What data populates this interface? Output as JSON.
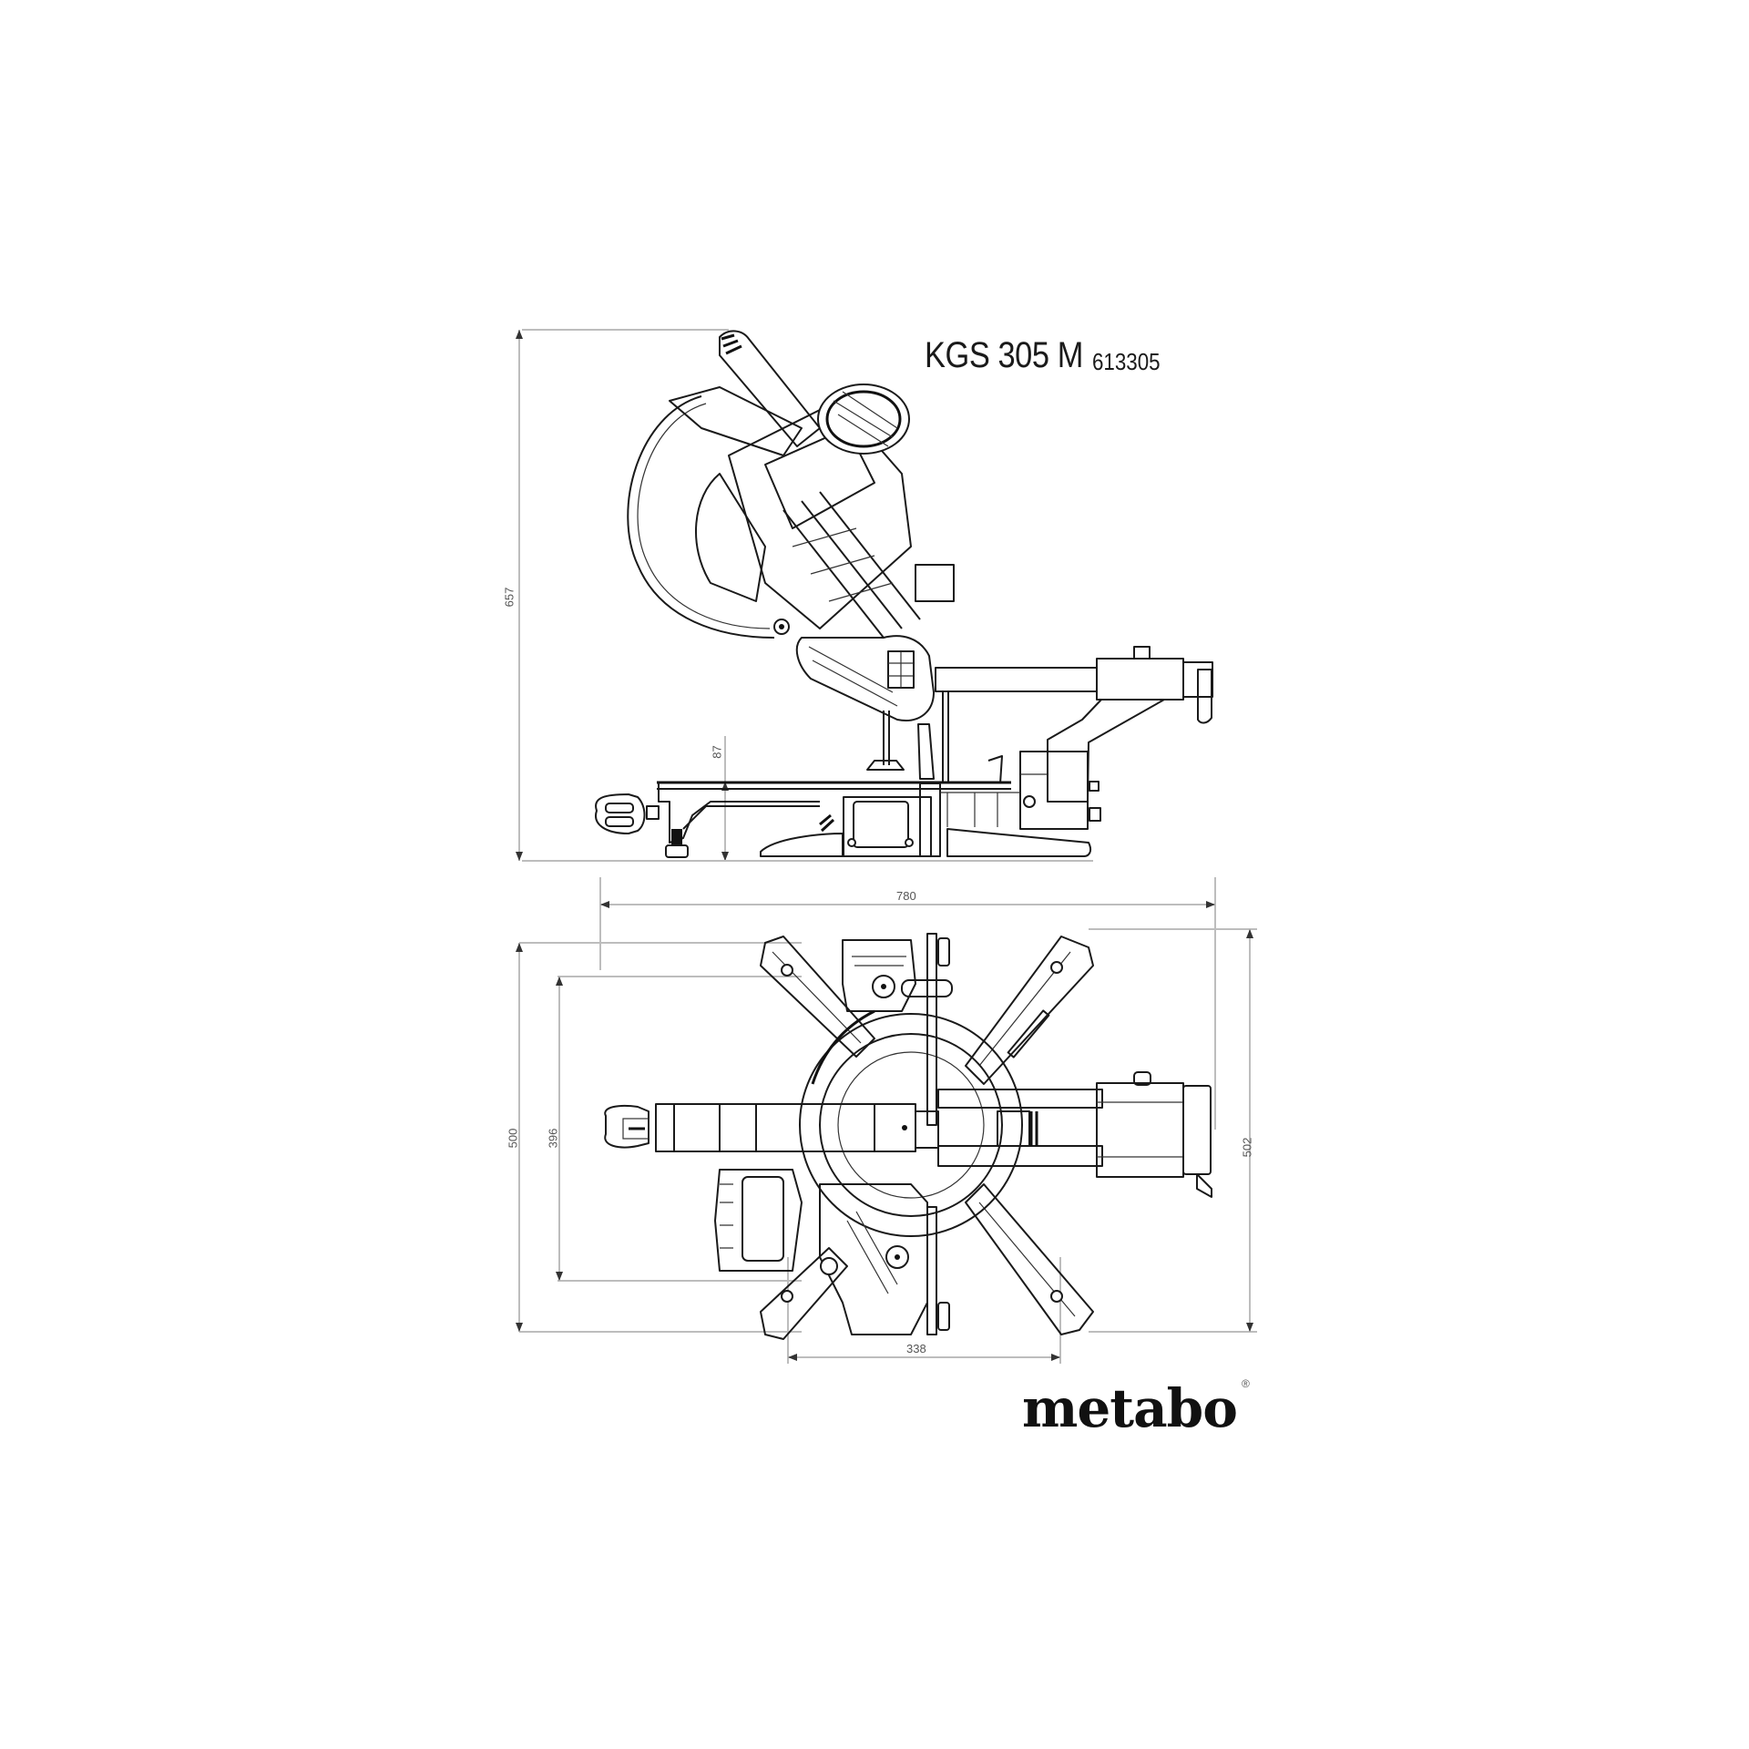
{
  "product": {
    "model": "KGS 305 M",
    "article_number": "613305"
  },
  "brand": {
    "logo_text": "metabo",
    "registered_mark": "®"
  },
  "views": {
    "side_view": {
      "dimensions": {
        "total_height": "657",
        "table_height": "87"
      }
    },
    "top_view": {
      "dimensions": {
        "total_width": "780",
        "depth_outer": "500",
        "depth_inner": "396",
        "depth_right": "502",
        "base_width": "338"
      }
    }
  },
  "colors": {
    "line": "#1a1a1a",
    "dimension_line": "#bdbdbd",
    "dimension_text": "#555555",
    "background": "#ffffff"
  }
}
